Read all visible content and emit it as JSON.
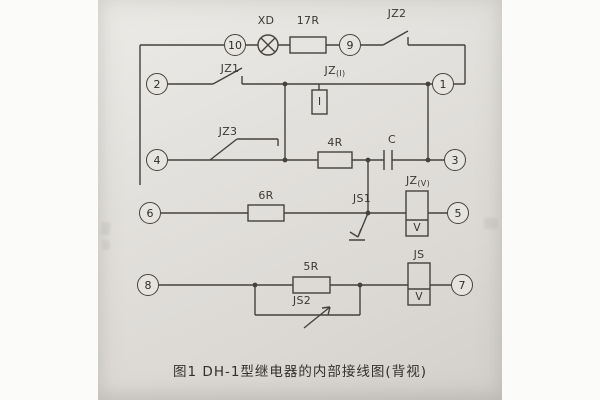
{
  "page": {
    "caption": "图1 DH-1型继电器的内部接线图(背视)"
  },
  "terminals": {
    "t1": "1",
    "t2": "2",
    "t3": "3",
    "t4": "4",
    "t5": "5",
    "t6": "6",
    "t7": "7",
    "t8": "8",
    "t9": "9",
    "t10": "10"
  },
  "labels": {
    "xd": "XD",
    "r17": "17R",
    "jz2": "JZ2",
    "jz1": "JZ1",
    "jzi": {
      "main": "JZ",
      "sub": "(I)",
      "core": "I"
    },
    "jz3": "JZ3",
    "r4": "4R",
    "c": "C",
    "r6": "6R",
    "js1": "JS1",
    "jzv": {
      "main": "JZ",
      "sub": "(V)",
      "core": "V"
    },
    "r5": "5R",
    "js2": "JS2",
    "js": {
      "main": "JS",
      "core": "V"
    }
  },
  "colors": {
    "wire": "#45413d",
    "paper": "#e0ddd9"
  }
}
